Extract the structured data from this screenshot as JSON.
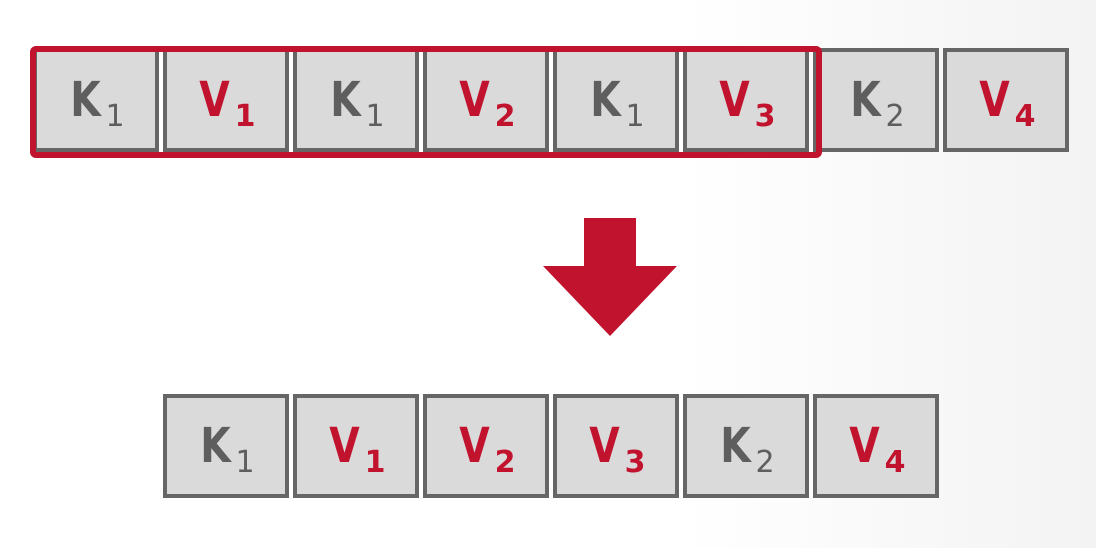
{
  "top_row": [
    {
      "letter": "K",
      "sub": "1",
      "kind": "key"
    },
    {
      "letter": "V",
      "sub": "1",
      "kind": "value"
    },
    {
      "letter": "K",
      "sub": "1",
      "kind": "key"
    },
    {
      "letter": "V",
      "sub": "2",
      "kind": "value"
    },
    {
      "letter": "K",
      "sub": "1",
      "kind": "key"
    },
    {
      "letter": "V",
      "sub": "3",
      "kind": "value"
    },
    {
      "letter": "K",
      "sub": "2",
      "kind": "key"
    },
    {
      "letter": "V",
      "sub": "4",
      "kind": "value"
    }
  ],
  "bottom_row": [
    {
      "letter": "K",
      "sub": "1",
      "kind": "key"
    },
    {
      "letter": "V",
      "sub": "1",
      "kind": "value"
    },
    {
      "letter": "V",
      "sub": "2",
      "kind": "value"
    },
    {
      "letter": "V",
      "sub": "3",
      "kind": "value"
    },
    {
      "letter": "K",
      "sub": "2",
      "kind": "key"
    },
    {
      "letter": "V",
      "sub": "4",
      "kind": "value"
    }
  ],
  "colors": {
    "key_text": "#5e5e5e",
    "value_text": "#c2132e",
    "highlight": "#c2132e",
    "arrow": "#c2132e",
    "cell_fill": "#dadada",
    "cell_border": "#666666"
  },
  "icons": {
    "transform_arrow": "down-arrow-icon"
  }
}
